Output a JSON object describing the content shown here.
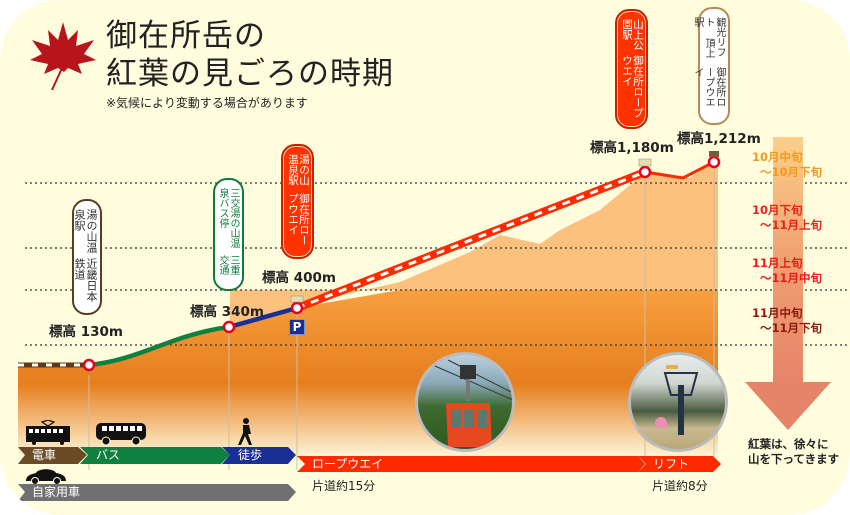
{
  "title": {
    "line1": "御在所岳の",
    "line2": "紅葉の見ごろの時期",
    "note": "※気候により変動する場合があります",
    "icon": "maple-leaf-icon"
  },
  "stations": [
    {
      "id": "kintetsu",
      "lines": [
        "近畿日本鉄道",
        "湯の山温泉駅"
      ],
      "elevation": "標高 130m",
      "style": "brown"
    },
    {
      "id": "mie-bus",
      "lines": [
        "三重交通",
        "三交湯の山温泉バス停"
      ],
      "elevation": "標高 340m",
      "style": "green"
    },
    {
      "id": "ropeway-base",
      "lines": [
        "御在所ロープウエイ",
        "湯の山温泉駅"
      ],
      "elevation": "標高 400m",
      "style": "red"
    },
    {
      "id": "ropeway-top",
      "lines": [
        "御在所ロープウエイ",
        "山上公園駅"
      ],
      "elevation": "標高1,180m",
      "style": "red"
    },
    {
      "id": "lift-top",
      "lines": [
        "御在所ロープウエイ",
        "観光リフト 頂上駅"
      ],
      "elevation": "標高1,212m",
      "style": "cream"
    }
  ],
  "seasons": [
    {
      "from": "10月中旬",
      "to": "～10月下旬",
      "color": "#f39a1e"
    },
    {
      "from": "10月下旬",
      "to": "～11月上旬",
      "color": "#e8231a"
    },
    {
      "from": "11月上旬",
      "to": "～11月中旬",
      "color": "#e81a1a"
    },
    {
      "from": "11月中旬",
      "to": "～11月下旬",
      "color": "#8b1a10"
    }
  ],
  "arrow_note": {
    "line1": "紅葉は、徐々に",
    "line2": "山を下ってきます"
  },
  "transport": {
    "train": {
      "label": "電車",
      "color": "#6b4a26",
      "icon": "train-icon"
    },
    "bus": {
      "label": "バス",
      "color": "#0f8040",
      "icon": "bus-icon"
    },
    "walk": {
      "label": "徒歩",
      "color": "#1a2f96",
      "icon": "walking-person-icon"
    },
    "car": {
      "label": "自家用車",
      "color": "#707070",
      "icon": "car-icon"
    },
    "ropeway": {
      "label": "ロープウエイ",
      "duration": "片道約15分",
      "color": "#ff2a00"
    },
    "lift": {
      "label": "リフト",
      "duration": "片道約8分",
      "color": "#ff2a00"
    }
  },
  "parking": {
    "label": "P",
    "icon": "parking-icon"
  },
  "photos": [
    {
      "name": "ropeway-gondola-photo"
    },
    {
      "name": "chairlift-photo"
    }
  ],
  "colors": {
    "background": "#fffdde",
    "mountain_dark": "#e8801f",
    "mountain_light": "#fcc07f",
    "ropeway_line": "#ff2a00"
  }
}
